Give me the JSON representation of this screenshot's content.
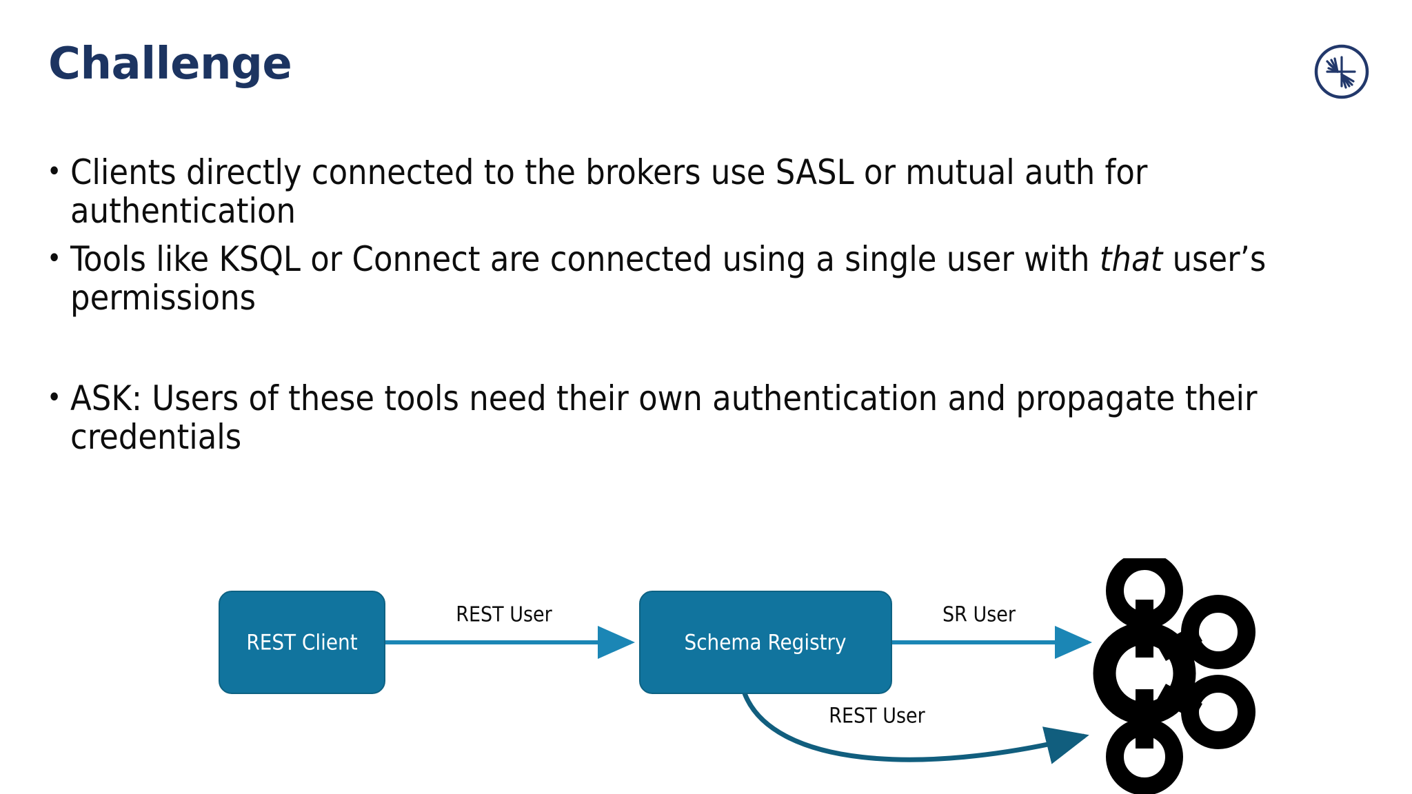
{
  "slide": {
    "title": "Challenge",
    "title_color": "#1C3461",
    "background_color": "#FFFFFF",
    "logo_icon": "confluent-starburst-icon"
  },
  "bullets": [
    {
      "marker": "•",
      "text_before_italic": "Clients directly connected to the brokers use SASL or mutual auth for authentication",
      "italic": "",
      "text_after_italic": ""
    },
    {
      "marker": "•",
      "text_before_italic": "Tools like KSQL or Connect are connected using a single user with ",
      "italic": "that",
      "text_after_italic": " user’s permissions"
    },
    {
      "marker": "•",
      "text_before_italic": "ASK: Users of these tools need their own authentication and propagate their credentials",
      "italic": "",
      "text_after_italic": ""
    }
  ],
  "diagram": {
    "type": "flow",
    "node_fill": "#11749E",
    "node_stroke": "#0E6283",
    "node_text_color": "#FFFFFF",
    "arrow_color_straight": "#1B86B5",
    "arrow_color_curved": "#115E7E",
    "kafka_logo_color": "#000000",
    "nodes": [
      {
        "id": "rest-client",
        "label": "REST Client"
      },
      {
        "id": "schema-registry",
        "label": "Schema Registry"
      },
      {
        "id": "kafka-cluster",
        "label": "kafka-logo-icon"
      }
    ],
    "edges": [
      {
        "id": "edge-rest-user-1",
        "label": "REST User",
        "from": "rest-client",
        "to": "schema-registry",
        "style": "straight"
      },
      {
        "id": "edge-sr-user",
        "label": "SR User",
        "from": "schema-registry",
        "to": "kafka-cluster",
        "style": "straight"
      },
      {
        "id": "edge-rest-user-2",
        "label": "REST User",
        "from": "schema-registry",
        "to": "kafka-cluster",
        "style": "curved"
      }
    ]
  }
}
